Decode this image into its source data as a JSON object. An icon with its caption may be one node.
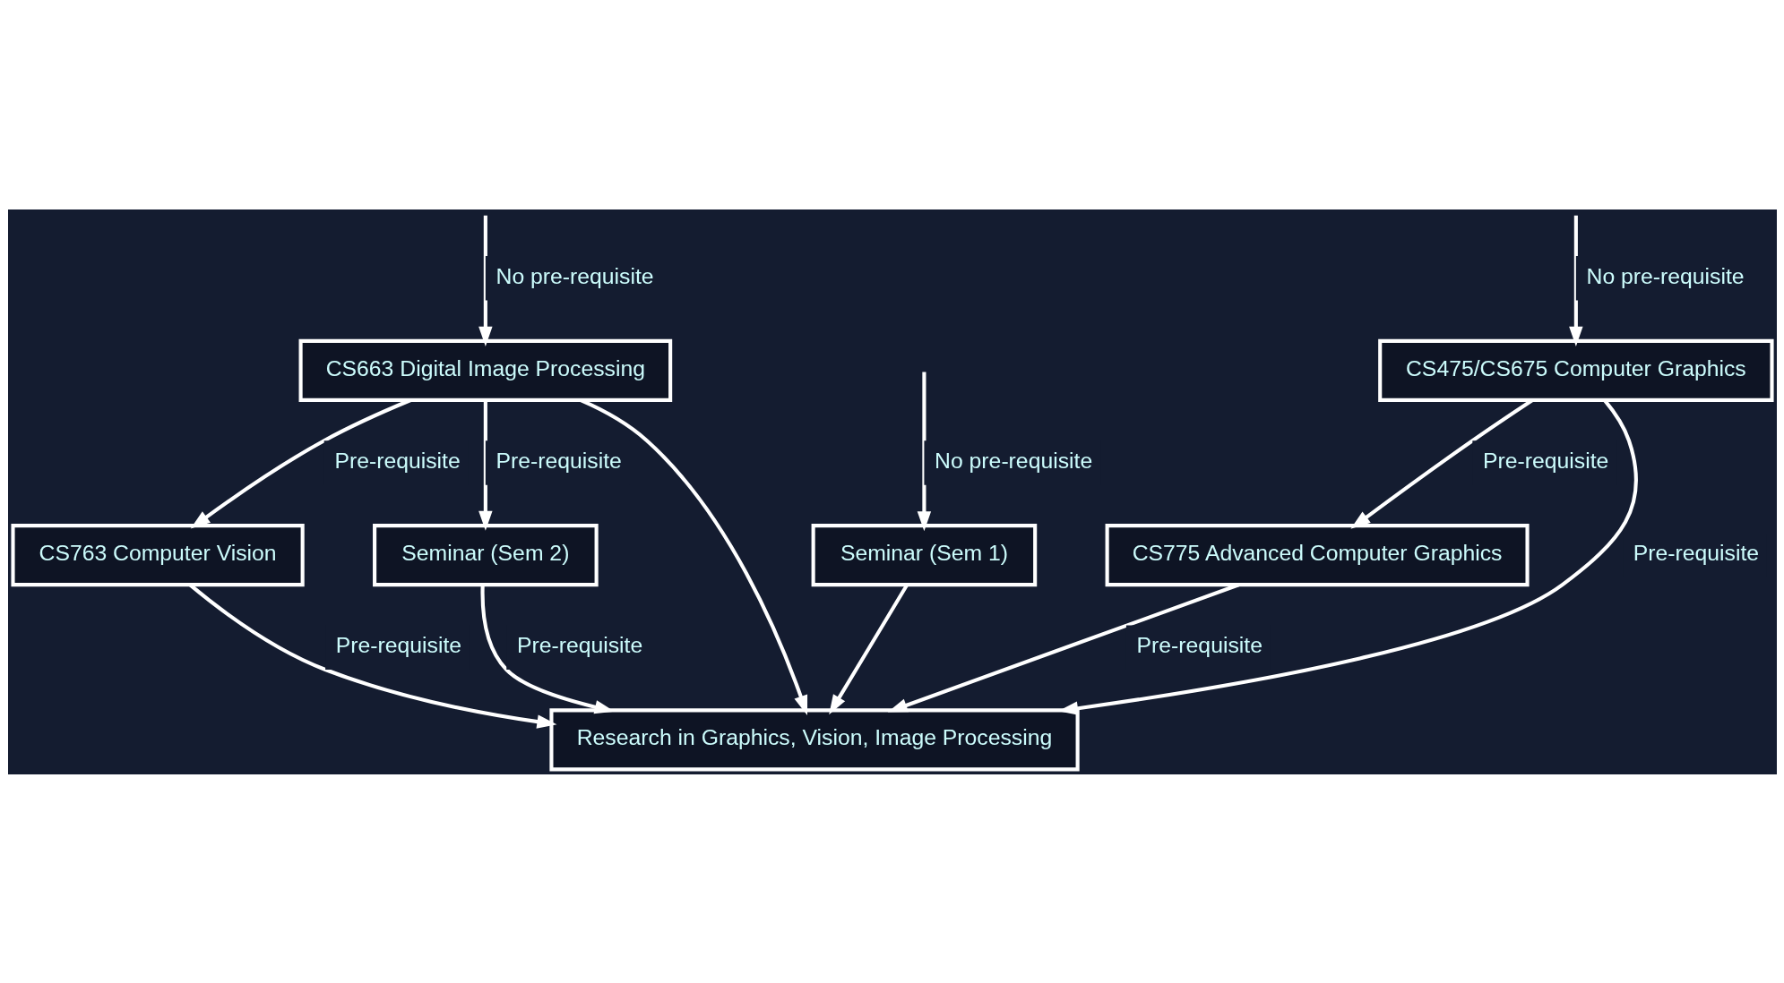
{
  "diagram": {
    "nodes": [
      {
        "text": [
          "CS475/CS675 Computer Graphics"
        ]
      },
      {
        "text": [
          "CS663 Digital Image Processing"
        ]
      },
      {
        "text": [
          "Seminar (Sem 1)"
        ]
      },
      {
        "text": [
          "CS775 Advanced Computer Graphics"
        ]
      },
      {
        "text": [
          "CS763 Computer Vision"
        ]
      },
      {
        "text": [
          "Seminar (Sem 2)"
        ]
      },
      {
        "text": [
          "Research in Graphics, Vision, Image Processing"
        ]
      }
    ],
    "edges": [
      {
        "from": null,
        "to": 0,
        "arrow": "to",
        "label": "No pre-requisite"
      },
      {
        "from": null,
        "to": 1,
        "arrow": "to",
        "label": "No pre-requisite"
      },
      {
        "from": null,
        "to": 2,
        "arrow": "to",
        "label": "No pre-requisite"
      },
      {
        "from": 0,
        "to": 6,
        "arrow": "to",
        "label": "Pre-requisite"
      },
      {
        "from": 1,
        "to": 6,
        "arrow": "to"
      },
      {
        "from": 0,
        "to": 3,
        "arrow": "to",
        "label": "Pre-requisite"
      },
      {
        "from": 1,
        "to": 4,
        "arrow": "to",
        "label": "Pre-requisite"
      },
      {
        "from": 1,
        "to": 5,
        "arrow": "to",
        "label": "Pre-requisite"
      },
      {
        "from": 3,
        "to": 6,
        "arrow": "to",
        "label": "Pre-requisite"
      },
      {
        "from": 4,
        "to": 6,
        "arrow": "to",
        "label": "Pre-requisite"
      },
      {
        "from": 5,
        "to": 6,
        "arrow": "to",
        "label": "Pre-requisite"
      },
      {
        "from": 2,
        "to": 6,
        "arrow": "to"
      }
    ]
  }
}
